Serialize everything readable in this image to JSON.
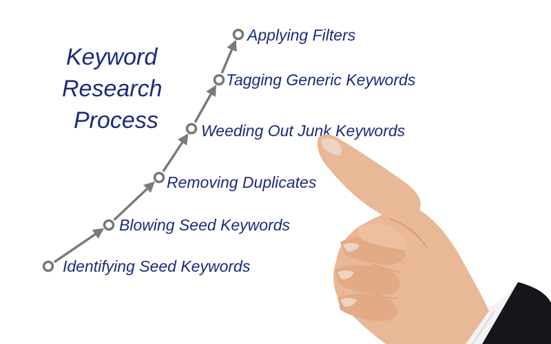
{
  "title": {
    "lines": [
      "Keyword",
      "Research",
      "Process"
    ]
  },
  "steps": [
    {
      "label": "Identifying Seed Keywords"
    },
    {
      "label": "Blowing Seed Keywords"
    },
    {
      "label": "Removing Duplicates"
    },
    {
      "label": "Weeding Out Junk Keywords"
    },
    {
      "label": "Tagging Generic Keywords"
    },
    {
      "label": "Applying Filters"
    }
  ],
  "colors": {
    "text": "#1b2a7c",
    "node": "#777777",
    "arrow": "#7a7a7a",
    "skin": "#e9b896",
    "skin_shadow": "#c98b66",
    "nail": "#f1d2c2",
    "sleeve": "#15151a",
    "cuff": "#f3f3f3"
  },
  "icons": {
    "pointer": "pointing-hand-icon"
  }
}
